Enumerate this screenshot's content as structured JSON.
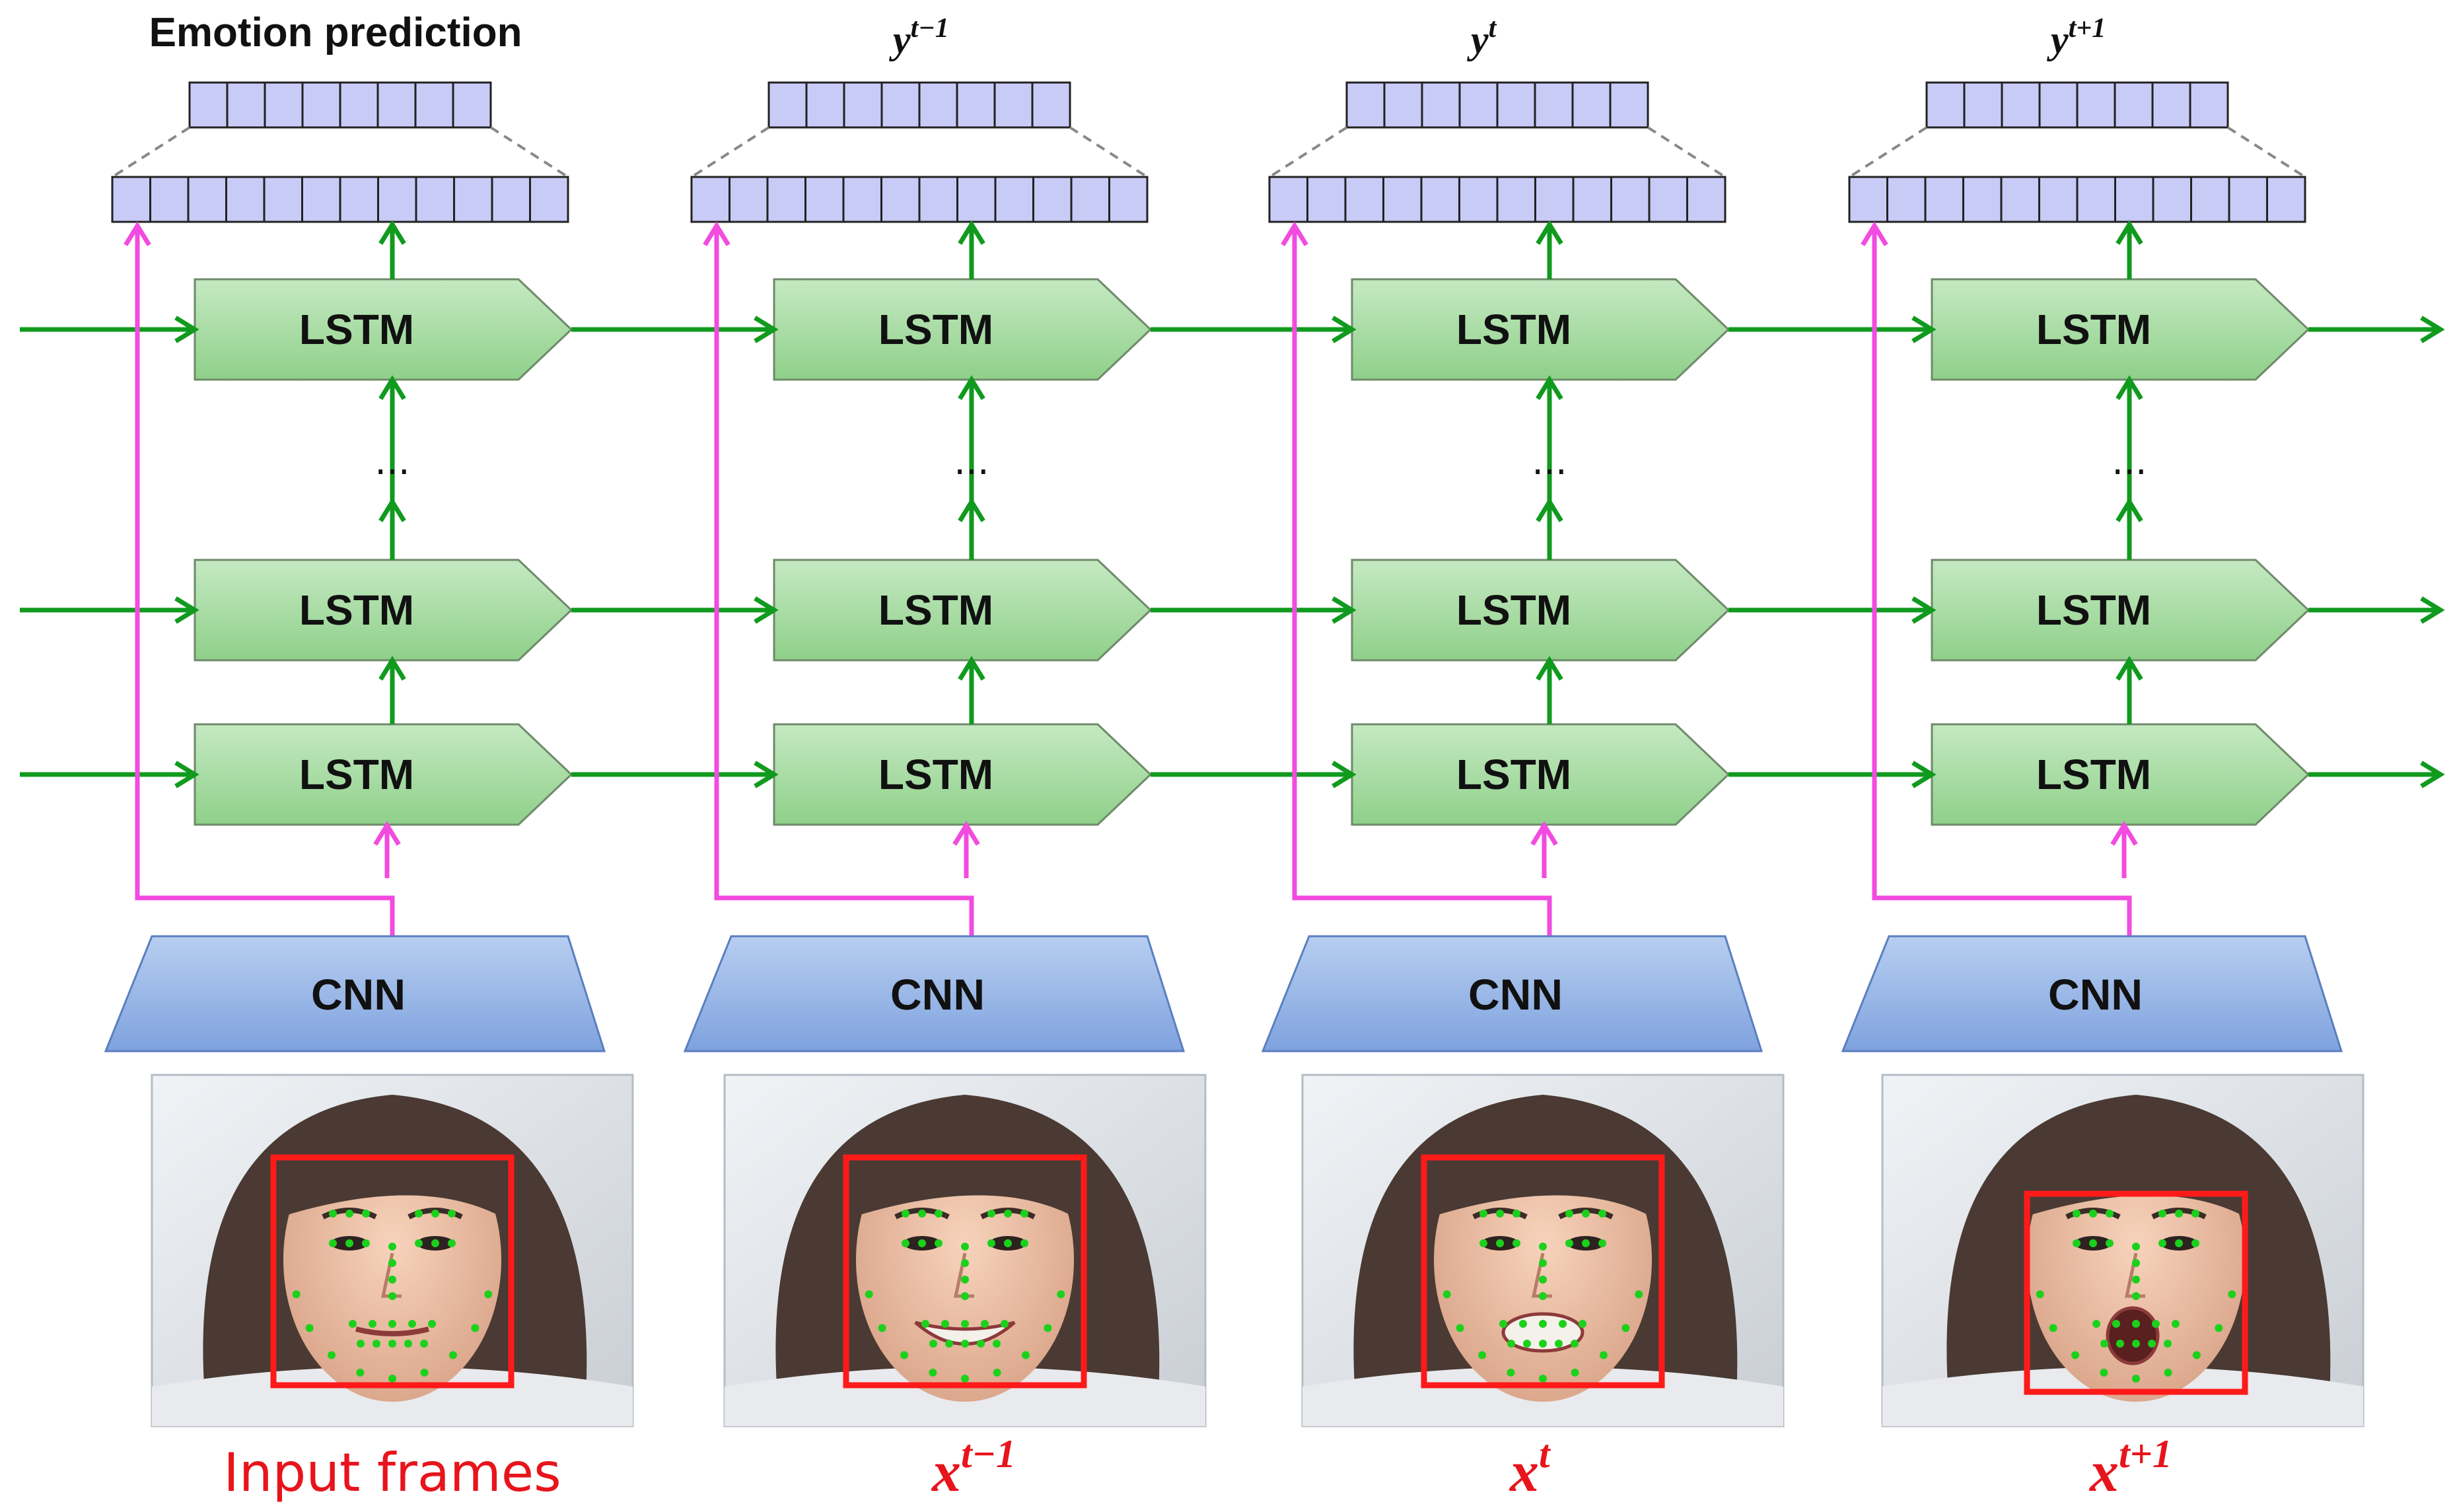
{
  "header": {
    "emotion_prediction": "Emotion prediction"
  },
  "columns": [
    {
      "id": "col1",
      "output": {
        "base": "",
        "sup": ""
      },
      "input": {
        "plain": "Input frames",
        "base": "",
        "sup": ""
      },
      "face_expression": "neutral",
      "face_tilt": 0
    },
    {
      "id": "col2",
      "output": {
        "base": "y",
        "sup": "t−1"
      },
      "input": {
        "plain": "",
        "base": "x",
        "sup": "t−1"
      },
      "face_expression": "smile",
      "face_tilt": 0
    },
    {
      "id": "col3",
      "output": {
        "base": "y",
        "sup": "t"
      },
      "input": {
        "plain": "",
        "base": "x",
        "sup": "t"
      },
      "face_expression": "open",
      "face_tilt": -1
    },
    {
      "id": "col4",
      "output": {
        "base": "y",
        "sup": "t+1"
      },
      "input": {
        "plain": "",
        "base": "x",
        "sup": "t+1"
      },
      "face_expression": "surprise",
      "face_tilt": 0
    }
  ],
  "blocks": {
    "lstm_label": "LSTM",
    "cnn_label": "CNN",
    "ellipsis": "..."
  },
  "layers": [
    "top",
    "middle",
    "bottom"
  ],
  "colors": {
    "lstm_fill_top": "#c5e9c2",
    "lstm_fill_bottom": "#8fd08a",
    "lstm_stroke": "#6e8a6a",
    "cnn_fill_top": "#b7cef0",
    "cnn_fill_bottom": "#7fa2de",
    "cnn_stroke": "#5a7fc0",
    "vector_fill": "#c9cbf7",
    "vector_stroke": "#222222",
    "green_arrow": "#109a1e",
    "magenta_arrow": "#f24be0",
    "red_box": "#ff1a1a",
    "landmark": "#1bd11b",
    "label_red": "#e8141c"
  },
  "vectors": {
    "hidden_cells": 12,
    "output_cells": 8
  }
}
